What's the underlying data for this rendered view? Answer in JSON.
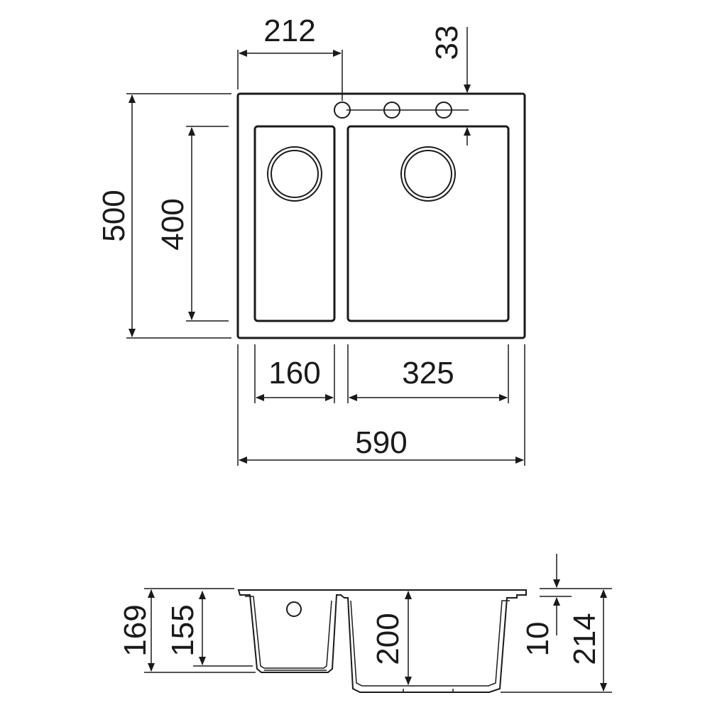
{
  "dimensions": {
    "tap_offset": "212",
    "rim_gap": "33",
    "total_depth": "500",
    "bowl_depth": "400",
    "small_bowl_width": "160",
    "large_bowl_width": "325",
    "total_width": "590",
    "small_outer_depth": "169",
    "small_inner_depth": "155",
    "large_inner_depth": "200",
    "rim_thickness": "10",
    "total_height": "214"
  },
  "colors": {
    "line": "#1a1a1a",
    "background": "#ffffff"
  }
}
